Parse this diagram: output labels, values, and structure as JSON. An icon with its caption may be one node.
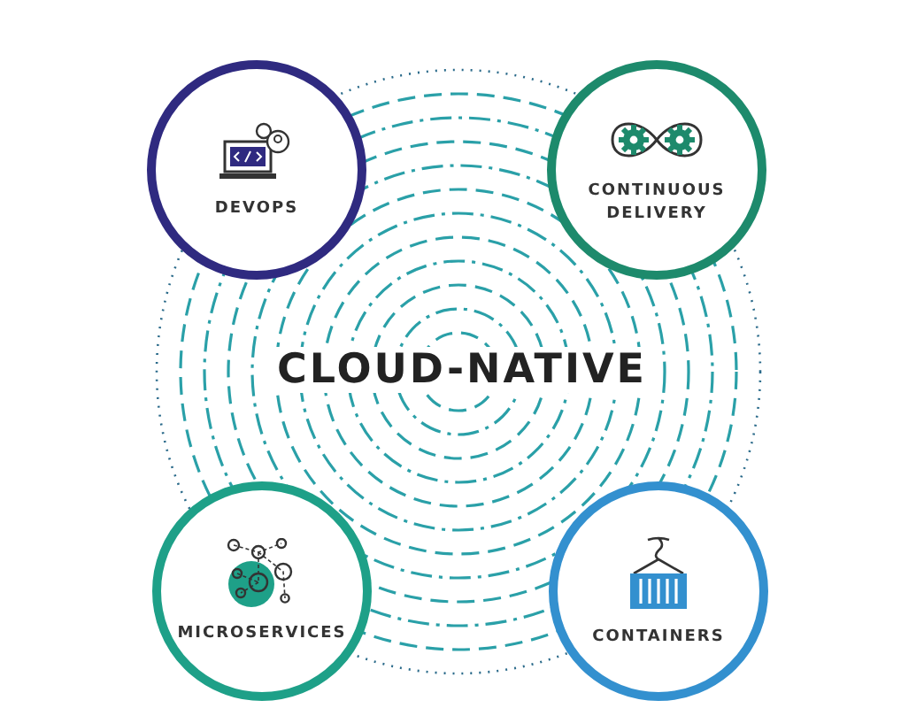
{
  "diagram": {
    "title": "CLOUD-NATIVE",
    "nodes": [
      {
        "text": [
          "DEVOPS"
        ]
      },
      {
        "text": [
          "CONTINUOUS DELIVERY"
        ]
      },
      {
        "text": [
          "MICROSERVICES"
        ]
      },
      {
        "text": [
          "CONTAINERS"
        ]
      }
    ]
  }
}
